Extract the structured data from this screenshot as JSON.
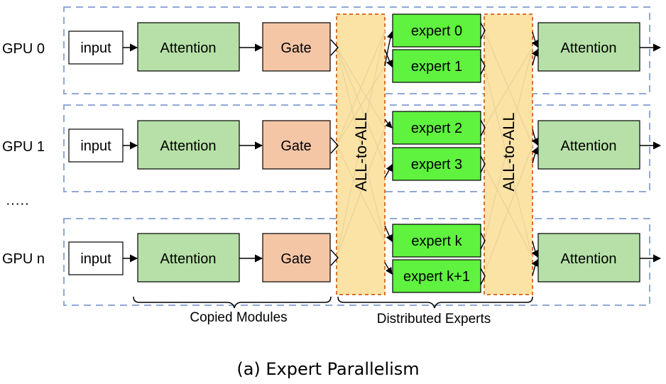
{
  "gpu_rows": [
    {
      "gpu_label": "GPU 0",
      "input_label": "input",
      "attention_label": "Attention",
      "gate_label": "Gate",
      "output_attention_label": "Attention"
    },
    {
      "gpu_label": "GPU 1",
      "input_label": "input",
      "attention_label": "Attention",
      "gate_label": "Gate",
      "output_attention_label": "Attention"
    },
    {
      "gpu_label": "GPU n",
      "input_label": "input",
      "attention_label": "Attention",
      "gate_label": "Gate",
      "output_attention_label": "Attention"
    }
  ],
  "ellipsis": "·····",
  "all_to_all_left": "ALL-to-ALL",
  "all_to_all_right": "ALL-to-ALL",
  "experts": [
    "expert 0",
    "expert 1",
    "expert 2",
    "expert 3",
    "expert k",
    "expert k+1"
  ],
  "brace_labels": {
    "copied": "Copied Modules",
    "distributed": "Distributed Experts"
  },
  "caption": "(a) Expert Parallelism",
  "colors": {
    "attention_fill": "#b6e0a7",
    "gate_fill": "#f5c6a6",
    "expert_fill": "#5ff23f",
    "alltoall_fill": "#fbe3a6",
    "alltoall_border": "#d9722b",
    "gpu_border": "#8fa9d6"
  }
}
